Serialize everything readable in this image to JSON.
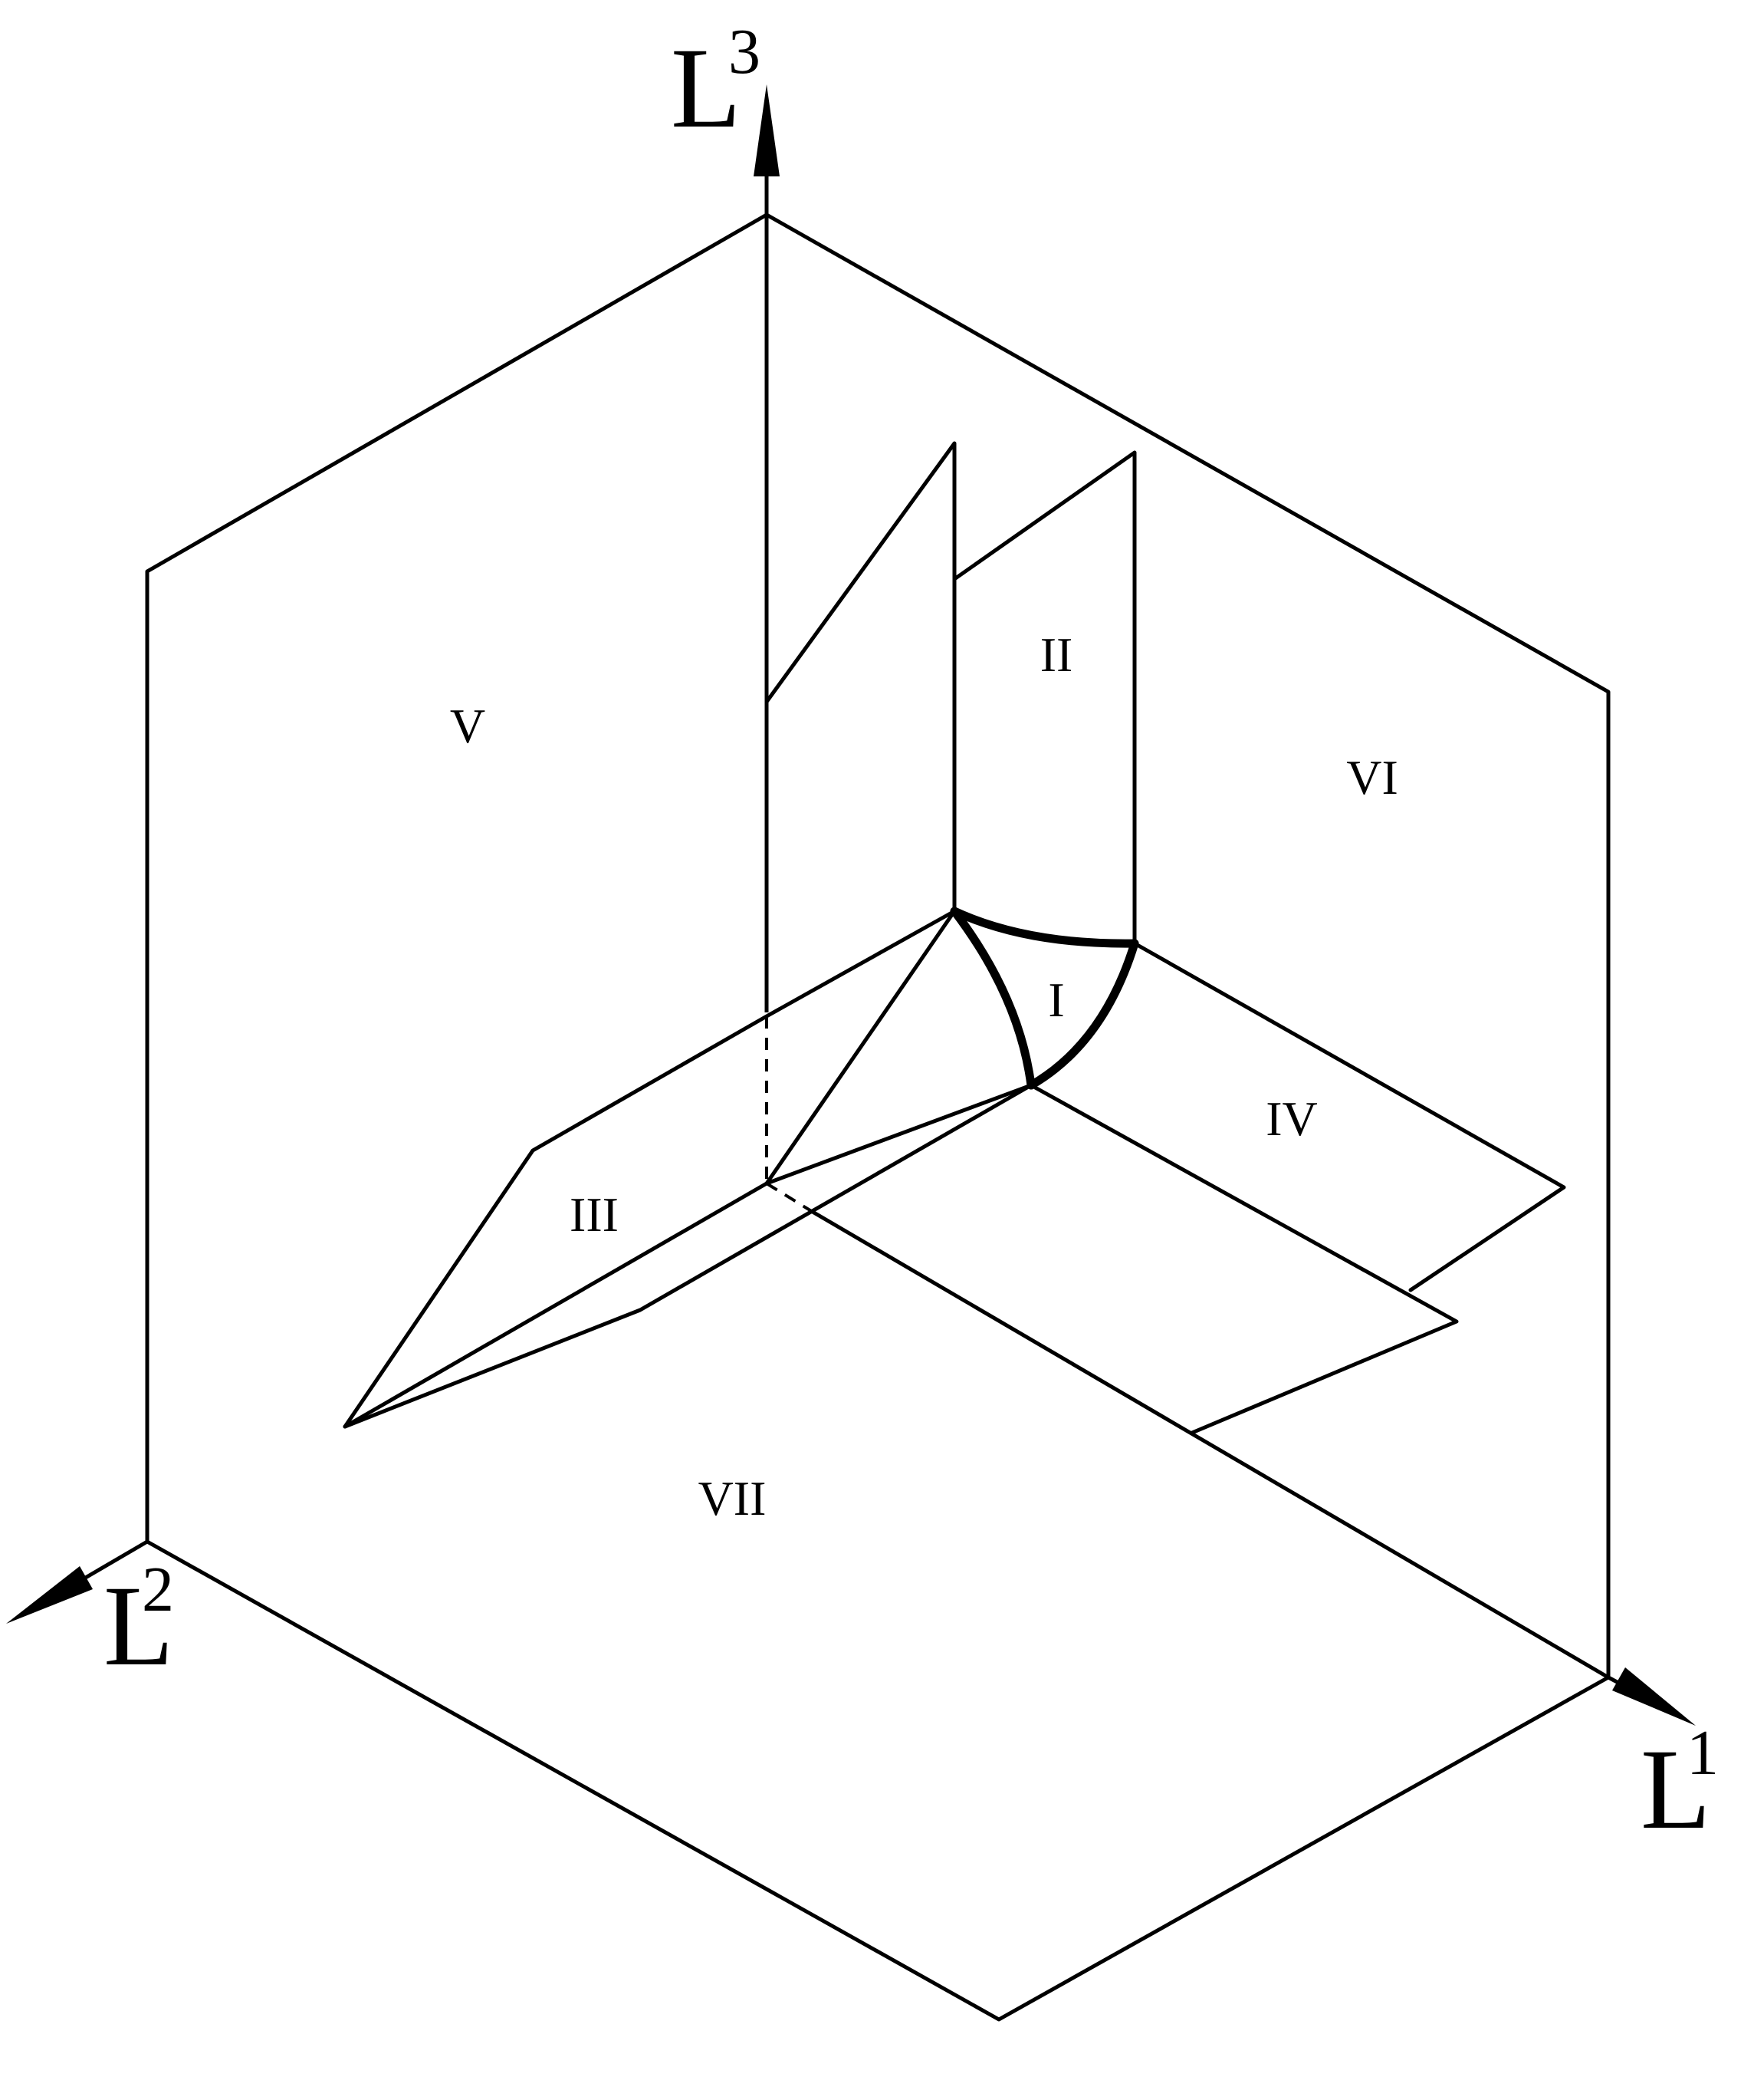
{
  "axes": {
    "l1": {
      "base": "L",
      "superscript": "1"
    },
    "l2": {
      "base": "L",
      "superscript": "2"
    },
    "l3": {
      "base": "L",
      "superscript": "3"
    }
  },
  "regions": {
    "r1": "I",
    "r2": "II",
    "r3": "III",
    "r4": "IV",
    "r5": "V",
    "r6": "VI",
    "r7": "VII"
  }
}
